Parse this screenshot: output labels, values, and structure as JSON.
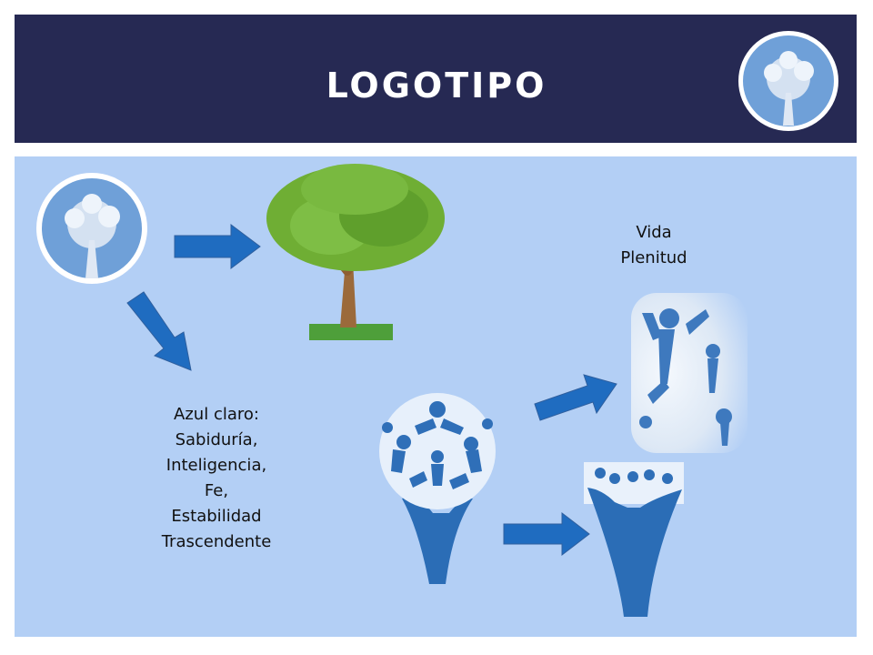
{
  "slide": {
    "title": "LOGOTIPO"
  },
  "labels": {
    "right_top": [
      "Vida",
      "Plenitud"
    ],
    "left_bottom": [
      "Azul claro:",
      "Sabiduría,",
      "Inteligencia,",
      "Fe,",
      "Estabilidad",
      "Trascendente"
    ]
  },
  "colors": {
    "title_bar": "#262953",
    "panel": "#b3cff5",
    "accent_blue": "#1f6cc0",
    "logo_blue": "#6fa0d8"
  },
  "icons": [
    "logo-icon",
    "tree-icon",
    "arrow-right-icon",
    "arrow-down-right-icon",
    "blue-tree-icon"
  ]
}
